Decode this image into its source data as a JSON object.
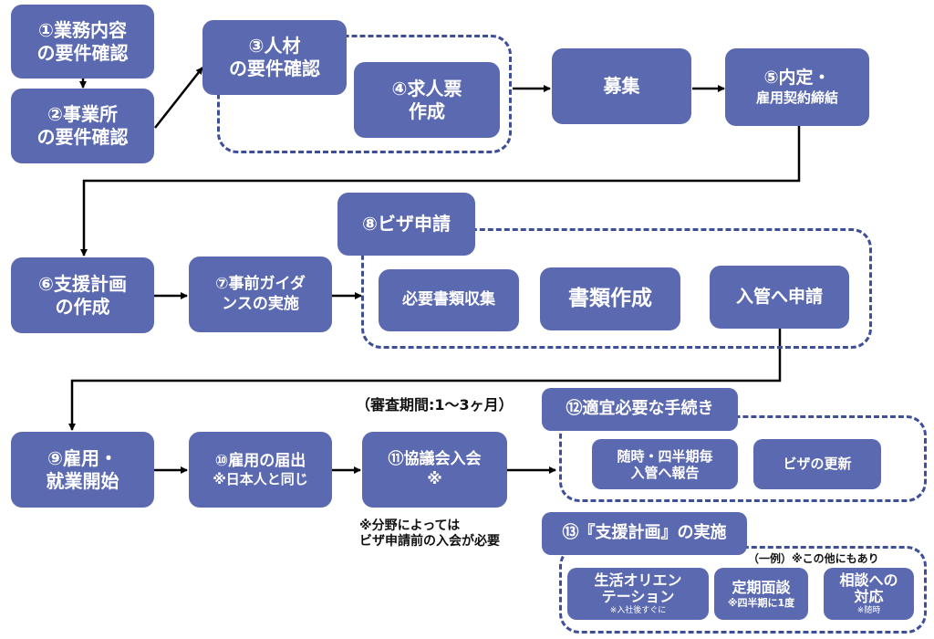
{
  "colors": {
    "box_fill": "#5b69b0",
    "group_border": "#3f4f97",
    "connector": "#000000",
    "text_on_box": "#ffffff"
  },
  "steps": {
    "s1": {
      "line1": "①業務内容",
      "line2": "の要件確認"
    },
    "s2": {
      "line1": "②事業所",
      "line2": "の要件確認"
    },
    "s3": {
      "line1": "③人材",
      "line2": "の要件確認"
    },
    "s4": {
      "line1": "④求人票",
      "line2": "作成"
    },
    "recruit": {
      "line1": "募集"
    },
    "s5": {
      "line1": "⑤内定・",
      "line2": "雇用契約締結"
    },
    "s6": {
      "line1": "⑥支援計画",
      "line2": "の作成"
    },
    "s7": {
      "line1": "⑦事前ガイダ",
      "line2": "ンスの実施"
    },
    "s8": {
      "label": "⑧ビザ申請",
      "items": [
        {
          "label": "必要書類収集"
        },
        {
          "label": "書類作成"
        },
        {
          "label": "入管へ申請"
        }
      ]
    },
    "s9": {
      "line1": "⑨雇用・",
      "line2": "就業開始"
    },
    "s10": {
      "line1": "⑩雇用の届出",
      "line2": "※日本人と同じ"
    },
    "s11": {
      "line1": "⑪協議会入会",
      "line2": "※"
    },
    "s12": {
      "label": "⑫適宜必要な手続き",
      "items": [
        {
          "line1": "随時・四半期毎",
          "line2": "入管へ報告"
        },
        {
          "line1": "ビザの更新"
        }
      ]
    },
    "s13": {
      "label": "⑬『支援計画』の実施",
      "example_note": "（一例）※この他にもあり",
      "items": [
        {
          "line1": "生活オリエン",
          "line2": "テーション",
          "sub": "※入社後すぐに"
        },
        {
          "line1": "定期面談",
          "sub": "※四半期に1度"
        },
        {
          "line1": "相談への",
          "line2": "対応",
          "sub": "※随時"
        }
      ]
    }
  },
  "notes": {
    "review_period": "（審査期間:1〜3ヶ月）",
    "association_note_line1": "※分野によっては",
    "association_note_line2": "ビザ申請前の入会が必要"
  }
}
